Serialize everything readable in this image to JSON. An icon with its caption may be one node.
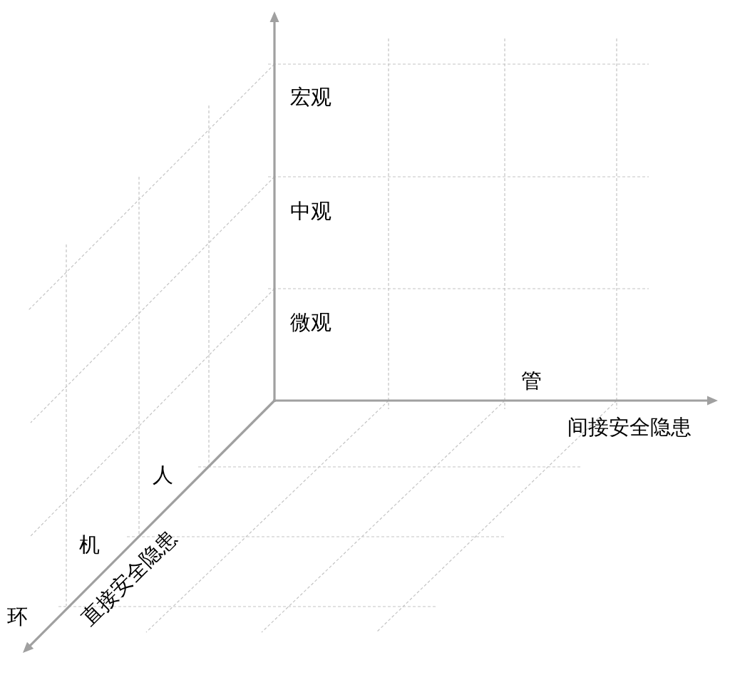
{
  "diagram": {
    "labels": [
      "宏观",
      "中观",
      "微观",
      "管",
      "间接安全隐患",
      "人",
      "机",
      "直接安全隐患",
      "环"
    ]
  }
}
